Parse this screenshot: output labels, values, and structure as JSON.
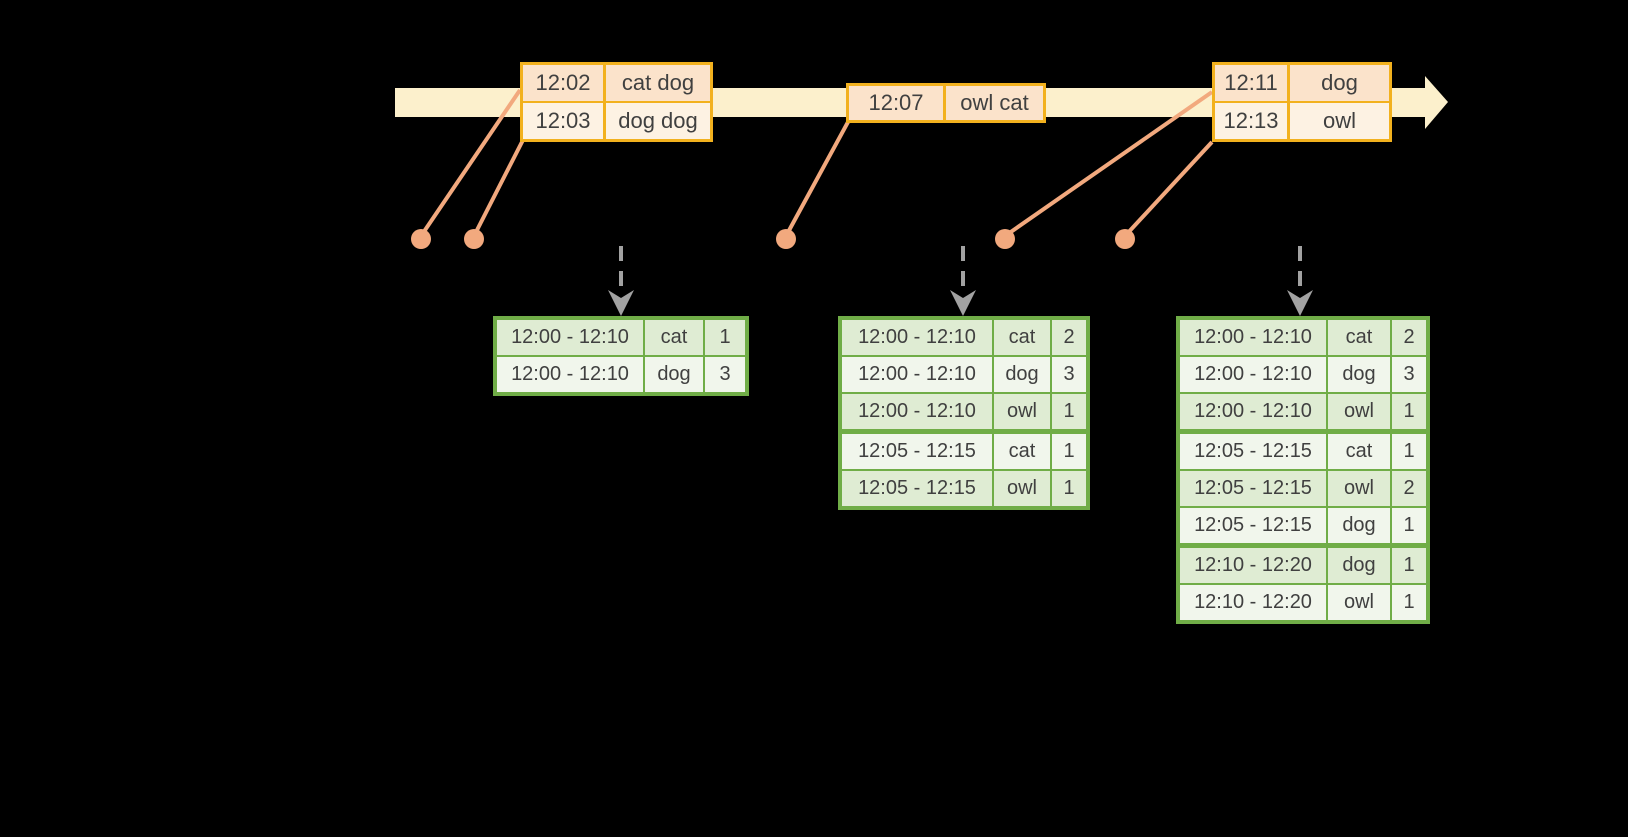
{
  "colors": {
    "bg": "#000000",
    "band": "#FCF0CC",
    "gold": "#F2B11E",
    "peach_dark": "#FBE3CB",
    "peach_light": "#FDF2E3",
    "salmon": "#F2A97E",
    "green": "#70AD47",
    "green_light": "#DFECD3",
    "green_lighter": "#F1F6EC",
    "gray": "#A2A2A2",
    "text": "#404040"
  },
  "event_boxes": [
    {
      "rows": [
        {
          "time": "12:02",
          "words": "cat dog"
        },
        {
          "time": "12:03",
          "words": "dog dog"
        }
      ]
    },
    {
      "rows": [
        {
          "time": "12:07",
          "words": "owl cat"
        }
      ]
    },
    {
      "rows": [
        {
          "time": "12:11",
          "words": "dog"
        },
        {
          "time": "12:13",
          "words": "owl"
        }
      ]
    }
  ],
  "result_tables": [
    {
      "group_starts": [],
      "rows": [
        [
          "12:00 - 12:10",
          "cat",
          "1"
        ],
        [
          "12:00 - 12:10",
          "dog",
          "3"
        ]
      ]
    },
    {
      "group_starts": [
        3
      ],
      "rows": [
        [
          "12:00 - 12:10",
          "cat",
          "2"
        ],
        [
          "12:00 - 12:10",
          "dog",
          "3"
        ],
        [
          "12:00 - 12:10",
          "owl",
          "1"
        ],
        [
          "12:05 - 12:15",
          "cat",
          "1"
        ],
        [
          "12:05 - 12:15",
          "owl",
          "1"
        ]
      ]
    },
    {
      "group_starts": [
        3,
        6
      ],
      "rows": [
        [
          "12:00 - 12:10",
          "cat",
          "2"
        ],
        [
          "12:00 - 12:10",
          "dog",
          "3"
        ],
        [
          "12:00 - 12:10",
          "owl",
          "1"
        ],
        [
          "12:05 - 12:15",
          "cat",
          "1"
        ],
        [
          "12:05 - 12:15",
          "owl",
          "2"
        ],
        [
          "12:05 - 12:15",
          "dog",
          "1"
        ],
        [
          "12:10 - 12:20",
          "dog",
          "1"
        ],
        [
          "12:10 - 12:20",
          "owl",
          "1"
        ]
      ]
    }
  ]
}
